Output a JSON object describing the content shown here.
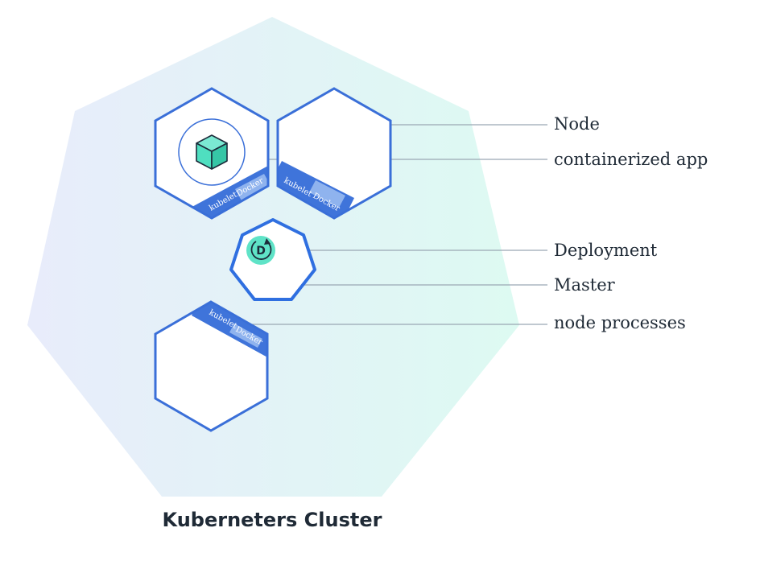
{
  "cluster": {
    "title": "Kuberneters Cluster"
  },
  "callouts": {
    "node": "Node",
    "containerized_app": "containerized app",
    "deployment": "Deployment",
    "master": "Master",
    "node_processes": "node processes"
  },
  "nodes": [
    {
      "tags": [
        "kubelet",
        "Docker"
      ]
    },
    {
      "tags": [
        "kubelet",
        "Docker"
      ]
    },
    {
      "tags": [
        "kubelet",
        "Docker"
      ]
    }
  ],
  "deployment": {
    "letter": "D"
  },
  "colors": {
    "cluster_gradient_start": "#e8ecfb",
    "cluster_gradient_end": "#ddfaf2",
    "node_stroke": "#3a6fd8",
    "badge_fill": "#3f74da",
    "docker_fill": "#8fb3ee",
    "app_fill": "#4fdfc0",
    "deployment_fill": "#5fe3c7",
    "callout_line": "#9aa7b3",
    "text": "#1f2a36"
  },
  "icons": {
    "app": "cube-icon",
    "deployment": "deployment-icon"
  }
}
